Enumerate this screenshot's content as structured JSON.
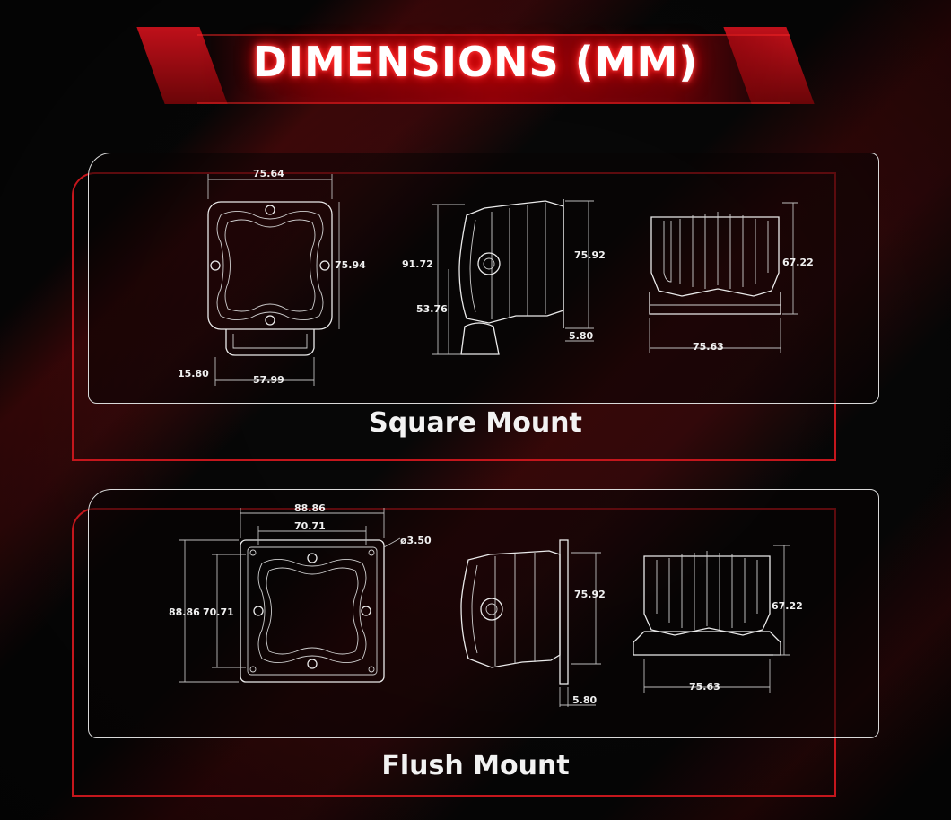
{
  "header": {
    "title": "DIMENSIONS (MM)"
  },
  "square_mount": {
    "label": "Square Mount",
    "front": {
      "width": "75.64",
      "height": "75.94",
      "bracket_offset": "15.80",
      "bracket_width": "57.99"
    },
    "side": {
      "total_height": "91.72",
      "body_height": "75.92",
      "bracket_height": "53.76",
      "base": "5.80"
    },
    "rear": {
      "height": "67.22",
      "width": "75.63"
    }
  },
  "flush_mount": {
    "label": "Flush Mount",
    "front": {
      "outer": "88.86",
      "inner": "70.71",
      "outer_h": "88.86",
      "inner_h": "70.71",
      "hole": "ø3.50"
    },
    "side": {
      "body_height": "75.92",
      "base": "5.80"
    },
    "rear": {
      "height": "67.22",
      "width": "75.63"
    }
  },
  "colors": {
    "accent": "#c4161c",
    "line": "#eaeaea",
    "background": "#070707"
  }
}
